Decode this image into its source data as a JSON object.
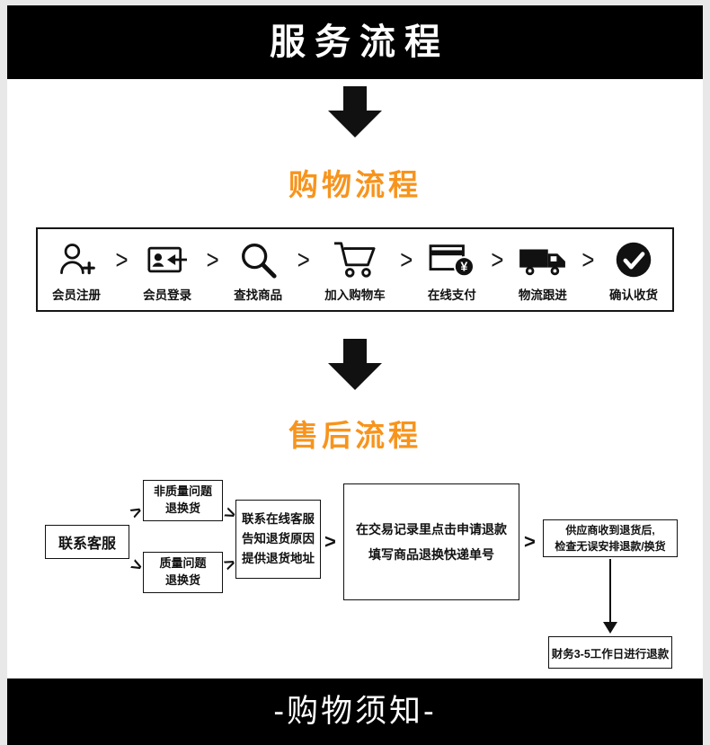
{
  "banner_top": {
    "title": "服务流程"
  },
  "shopping": {
    "title": "购物流程",
    "separator": ">",
    "steps": [
      {
        "label": "会员注册",
        "icon": "user-add-icon"
      },
      {
        "label": "会员登录",
        "icon": "id-card-login-icon"
      },
      {
        "label": "查找商品",
        "icon": "search-icon"
      },
      {
        "label": "加入购物车",
        "icon": "cart-icon"
      },
      {
        "label": "在线支付",
        "icon": "payment-card-icon"
      },
      {
        "label": "物流跟进",
        "icon": "truck-icon"
      },
      {
        "label": "确认收货",
        "icon": "check-circle-icon"
      }
    ]
  },
  "aftersales": {
    "title": "售后流程",
    "arrow": ">",
    "contact": "联系客服",
    "non_quality": "非质量问题\n退换货",
    "quality": "质量问题\n退换货",
    "inform": "联系在线客服\n告知退货原因\n提供退货地址",
    "apply": "在交易记录里点击申请退款\n填写商品退换快递单号",
    "supplier": "供应商收到退货后,\n检查无误安排退款/换货",
    "finance": "财务3-5工作日进行退款"
  },
  "banner_bottom": {
    "title": "-购物须知-"
  },
  "colors": {
    "accent": "#f7941d",
    "banner": "#000000",
    "ink": "#111111"
  }
}
